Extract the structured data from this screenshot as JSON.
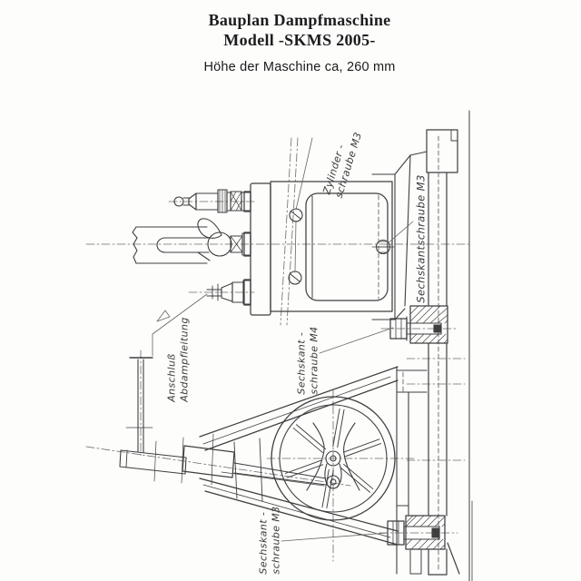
{
  "title": {
    "line1": "Bauplan Dampfmaschine",
    "line2": "Modell -SKMS 2005-",
    "subtitle": "Höhe der Maschine ca, 260 mm"
  },
  "labels": {
    "cylinder_screw": {
      "line1": "Zylinder -",
      "line2": "schraube M3"
    },
    "hex_screw_right": {
      "line1": "Sechskantschraube M3"
    },
    "hex_screw_m4": {
      "line1": "Sechskant -",
      "line2": "schraube M4"
    },
    "exhaust_connection": {
      "line1": "Anschluß",
      "line2": "Abdampfleitung"
    },
    "hex_screw_bottom": {
      "line1": "Sechskant -",
      "line2": "schraube M3"
    }
  },
  "colors": {
    "ink": "#3f3f3f",
    "thin_ink": "#5a5a5a",
    "paper": "#fdfdfc"
  }
}
